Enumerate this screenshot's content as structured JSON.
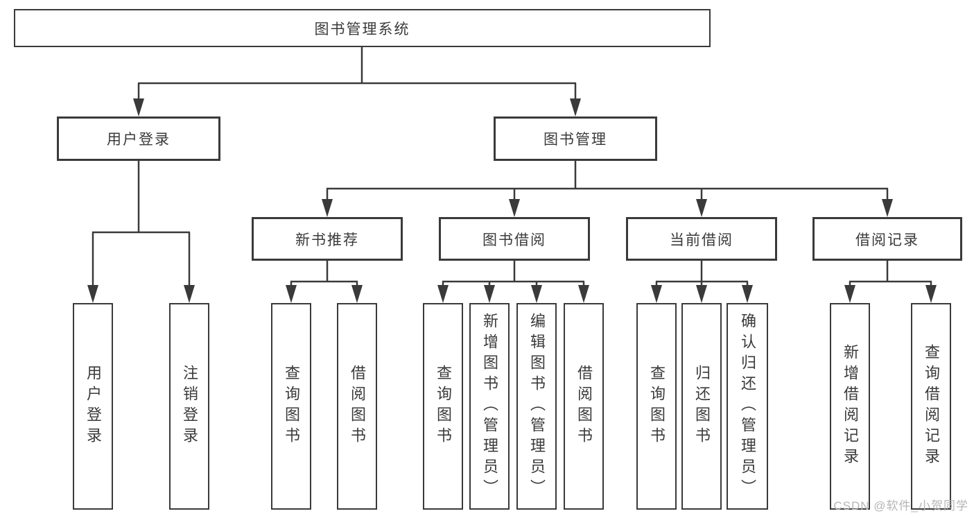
{
  "diagram": {
    "title": "图书管理系统",
    "colors": {
      "line": "#3a3a3a",
      "box_border": "#3a3a3a",
      "text": "#3a3a3a",
      "background": "#ffffff",
      "watermark": "#b5b5b5"
    },
    "root": {
      "label": "图书管理系统"
    },
    "level2": [
      {
        "label": "用户登录"
      },
      {
        "label": "图书管理"
      }
    ],
    "level3": [
      {
        "label": "新书推荐"
      },
      {
        "label": "图书借阅"
      },
      {
        "label": "当前借阅"
      },
      {
        "label": "借阅记录"
      }
    ],
    "leaves": {
      "user_login": [
        "用户登录",
        "注销登录"
      ],
      "new_book": [
        "查询图书",
        "借阅图书"
      ],
      "book_borrow": [
        "查询图书",
        "新增图书（管理员）",
        "编辑图书（管理员）",
        "借阅图书"
      ],
      "current_borrow": [
        "查询图书",
        "归还图书",
        "确认归还（管理员）"
      ],
      "borrow_records": [
        "新增借阅记录",
        "查询借阅记录"
      ]
    }
  },
  "watermark": {
    "text": "CSDN @软件_小贺同学"
  }
}
